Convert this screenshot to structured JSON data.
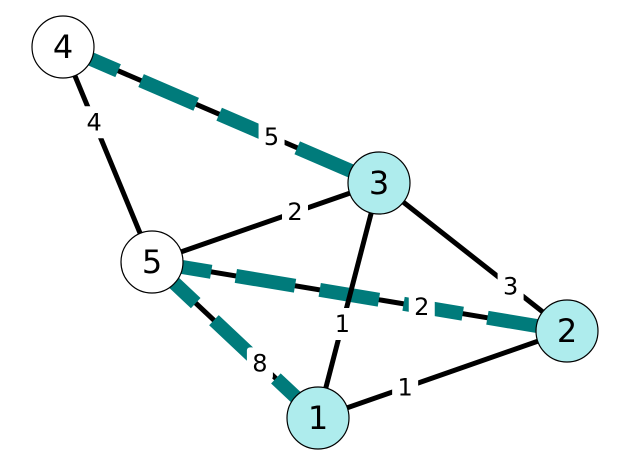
{
  "colors": {
    "highlight_node": "#aeeced",
    "normal_node": "#ffffff",
    "highlight_edge": "#007b7b",
    "edge": "#000000"
  },
  "graph": {
    "nodes": [
      {
        "id": "1",
        "label": "1",
        "highlighted": true
      },
      {
        "id": "2",
        "label": "2",
        "highlighted": true
      },
      {
        "id": "3",
        "label": "3",
        "highlighted": true
      },
      {
        "id": "4",
        "label": "4",
        "highlighted": false
      },
      {
        "id": "5",
        "label": "5",
        "highlighted": false
      }
    ],
    "edges": [
      {
        "from": "4",
        "to": "3",
        "weight": "5",
        "highlighted": true
      },
      {
        "from": "4",
        "to": "5",
        "weight": "4",
        "highlighted": false
      },
      {
        "from": "5",
        "to": "3",
        "weight": "2",
        "highlighted": false
      },
      {
        "from": "5",
        "to": "2",
        "weight": "2",
        "highlighted": true
      },
      {
        "from": "5",
        "to": "1",
        "weight": "8",
        "highlighted": true
      },
      {
        "from": "3",
        "to": "2",
        "weight": "3",
        "highlighted": false
      },
      {
        "from": "3",
        "to": "1",
        "weight": "1",
        "highlighted": false
      },
      {
        "from": "1",
        "to": "2",
        "weight": "1",
        "highlighted": false
      }
    ]
  }
}
